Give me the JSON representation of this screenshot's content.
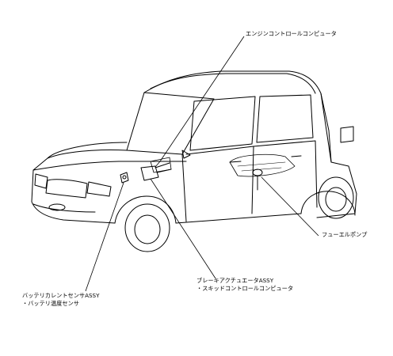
{
  "labels": {
    "engine_ecu": "エンジンコントロールコンピュータ",
    "fuel_pump": "フューエルポンプ",
    "brake_actuator_line1": "ブレーキアクチュエータASSY",
    "brake_actuator_line2": "・スキッドコントロールコンピュータ",
    "battery_sensor_line1": "バッテリカレントセンサASSY",
    "battery_sensor_line2": "・バッテリ温度センサ"
  },
  "colors": {
    "line": "#000000",
    "background": "#ffffff"
  }
}
